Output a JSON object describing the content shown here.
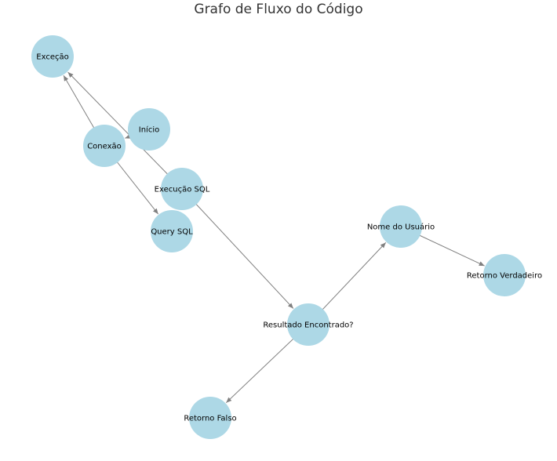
{
  "title": "Grafo de Fluxo do Código",
  "colors": {
    "node_fill": "#add8e6",
    "edge": "#808080",
    "text": "#000000"
  },
  "nodes": [
    {
      "id": "excecao",
      "label": "Exceção"
    },
    {
      "id": "inicio",
      "label": "Início"
    },
    {
      "id": "conexao",
      "label": "Conexão"
    },
    {
      "id": "execucao",
      "label": "Execução SQL"
    },
    {
      "id": "query",
      "label": "Query SQL"
    },
    {
      "id": "nome",
      "label": "Nome do Usuário"
    },
    {
      "id": "verdadeiro",
      "label": "Retorno Verdadeiro"
    },
    {
      "id": "resultado",
      "label": "Resultado Encontrado?"
    },
    {
      "id": "falso",
      "label": "Retorno Falso"
    }
  ],
  "edges": [
    {
      "from": "inicio",
      "to": "conexao"
    },
    {
      "from": "conexao",
      "to": "query"
    },
    {
      "from": "conexao",
      "to": "excecao"
    },
    {
      "from": "execucao",
      "to": "excecao"
    },
    {
      "from": "execucao",
      "to": "resultado"
    },
    {
      "from": "resultado",
      "to": "nome"
    },
    {
      "from": "resultado",
      "to": "falso"
    },
    {
      "from": "nome",
      "to": "verdadeiro"
    }
  ]
}
